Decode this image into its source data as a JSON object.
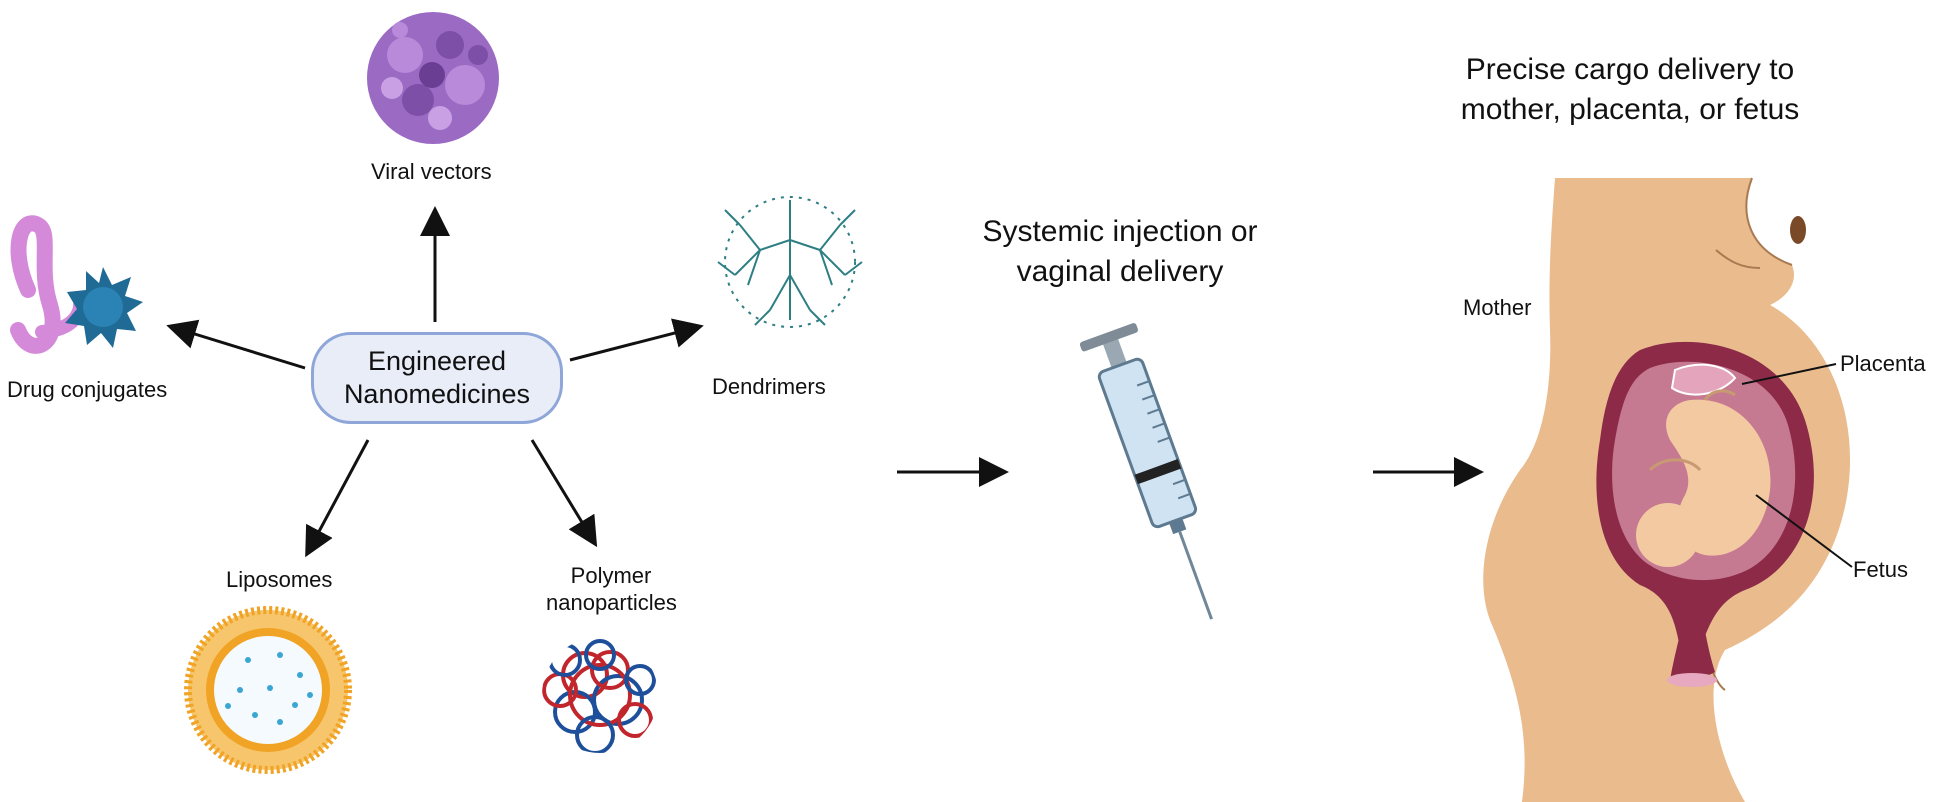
{
  "hub": {
    "line1": "Engineered",
    "line2": "Nanomedicines"
  },
  "nanomedicines": {
    "viral_vectors": "Viral vectors",
    "drug_conjugates": "Drug conjugates",
    "dendrimers": "Dendrimers",
    "liposomes": "Liposomes",
    "polymer_line1": "Polymer",
    "polymer_line2": "nanoparticles"
  },
  "delivery": {
    "line1": "Systemic injection or",
    "line2": "vaginal delivery"
  },
  "outcome": {
    "line1": "Precise cargo delivery to",
    "line2": "mother, placenta, or fetus"
  },
  "anatomy": {
    "mother": "Mother",
    "placenta": "Placenta",
    "fetus": "Fetus"
  },
  "colors": {
    "arrow": "#111111",
    "hub_border": "#8fa6d8",
    "hub_fill": "#e8edf8",
    "virus": "#9b6bc4",
    "conjugate_worm": "#d48ad8",
    "conjugate_star": "#1f6b96",
    "dendrimer": "#2e7f84",
    "liposome": "#f0a325",
    "liposome_dots": "#3aa6d2",
    "polymer_red": "#c0262c",
    "polymer_blue": "#1e4f9a",
    "skin": "#e9bb8d",
    "uterus": "#8c2a48",
    "syringe_barrel": "#cfe3f3"
  }
}
